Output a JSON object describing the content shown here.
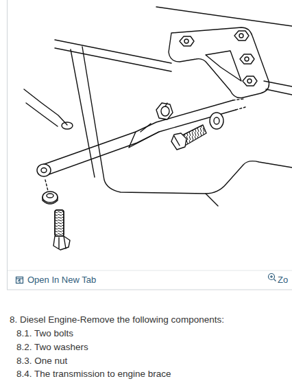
{
  "diagram": {
    "labels": [
      "Open In New Tab",
      "Zo",
      "8. Diesel Engine-Remove the following components:",
      "8.1. Two bolts",
      "8.2. Two washers",
      "8.3. One nut",
      "8.4. The transmission to engine brace"
    ]
  }
}
